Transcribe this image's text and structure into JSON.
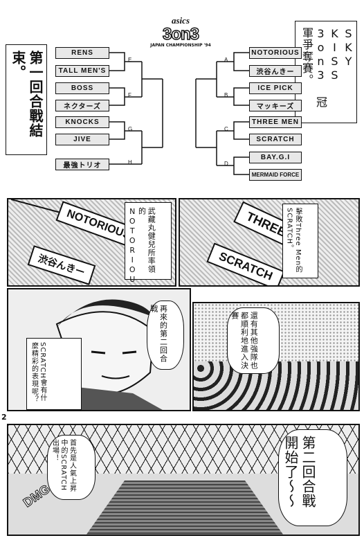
{
  "logo": {
    "brand": "asics",
    "title": "3on3",
    "subtitle": "JAPAN CHAMPIONSHIP '94"
  },
  "bracket": {
    "left_teams": [
      "RENS",
      "TALL MEN'S",
      "BOSS",
      "ネクターズ",
      "KNOCKS",
      "JIVE",
      "最強トリオ"
    ],
    "right_teams": [
      "NOTORIOUS",
      "渋谷んきー",
      "ICE PICK",
      "マッキーズ",
      "THREE MEN",
      "SCRATCH",
      "BAY.G.I",
      "MERMAID FORCE"
    ],
    "left_letters": [
      "E",
      "F",
      "G",
      "H"
    ],
    "right_letters": [
      "A",
      "B",
      "C",
      "D"
    ]
  },
  "captions": {
    "round_end": "第一回合戰結束。",
    "sky_kiss": "SKY KISS 3on3 冠軍爭奪賽。"
  },
  "panel2": {
    "tag1": "NOTORIOUS",
    "tag2": "渋谷んきー",
    "bubble": "武藏丸健兒所率領的NOTORIOUS。"
  },
  "panel3": {
    "tag1": "THREE",
    "tag2": "SCRATCH",
    "bubble": "擊敗Three Men的SCRATCH。"
  },
  "panel4": {
    "bubble_left": "SCRATCH會有什麼精彩的表現呢？",
    "bubble_right": "再來的第二回合戰"
  },
  "panel5": {
    "bubble": "還有其他強隊也都順利地進入決賽"
  },
  "page_number": "2",
  "panel6": {
    "bubble_left": "首先是人氣上昇中的SCRATCH出場！",
    "bubble_right": "第二回合戰開始了～～",
    "watermark": "DMG"
  }
}
